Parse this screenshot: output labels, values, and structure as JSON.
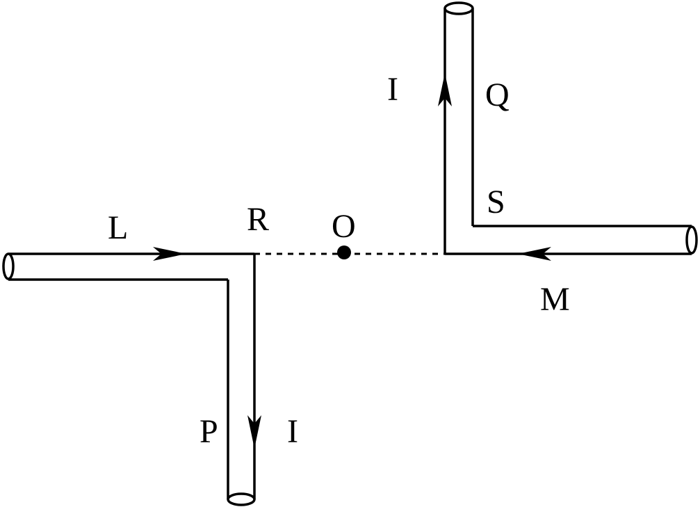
{
  "labels": {
    "L": "L",
    "R": "R",
    "O": "O",
    "P": "P",
    "I_bottom": "I",
    "I_top": "I",
    "Q": "Q",
    "S": "S",
    "M": "M"
  },
  "colors": {
    "stroke": "#000000",
    "background": "#ffffff"
  }
}
